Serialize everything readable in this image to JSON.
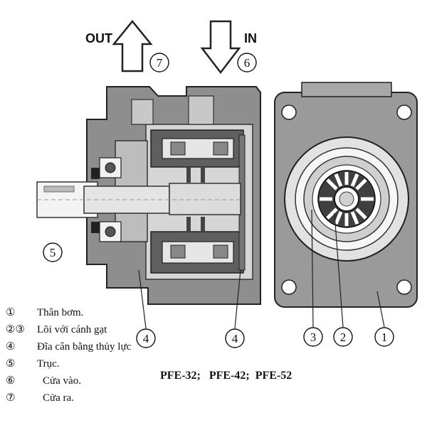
{
  "diagram": {
    "out_label": "OUT",
    "in_label": "IN",
    "callouts": {
      "out_num": "7",
      "in_num": "6",
      "shaft_num": "5",
      "left_4": "4",
      "right_4": "4",
      "front_3": "3",
      "front_2": "2",
      "front_1": "1"
    },
    "legend": [
      {
        "num": "①",
        "text": "Thân bơm."
      },
      {
        "num": "②③",
        "text": "Lõi với cánh gạt"
      },
      {
        "num": "④",
        "text": "Đĩa cân bằng thủy lực"
      },
      {
        "num": "⑤",
        "text": "Trục."
      },
      {
        "num": "⑥",
        "text": "Cửa vào."
      },
      {
        "num": "⑦",
        "text": "Cửa ra."
      }
    ],
    "model_text": "PFE-32;   PFE-42;  PFE-52"
  }
}
